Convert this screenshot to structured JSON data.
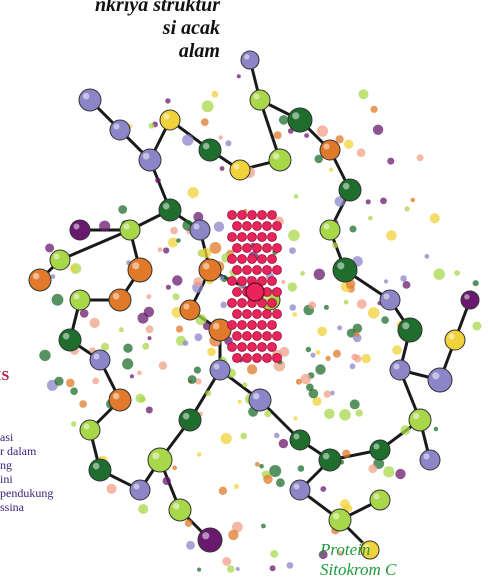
{
  "top_caption": {
    "lines": [
      "nkriya struktur",
      "si acak",
      "alam"
    ]
  },
  "side_panel": {
    "heading": "IS",
    "lines": [
      "asi",
      "r dalam",
      "ng",
      "ini",
      "pendukung",
      "ssina"
    ]
  },
  "bottom_caption": {
    "lines": [
      "Protein",
      "Sitokrom C"
    ]
  },
  "colors": {
    "background": "#ffffff",
    "bond": "#1a1a1a",
    "heme": "#e8245a",
    "dark_green": "#1f6e2e",
    "light_green": "#a8d84a",
    "lavender": "#8c86c8",
    "orange": "#e07a2a",
    "yellow": "#f2d23a",
    "purple": "#6a1a6e",
    "salmon": "#f0a08a"
  }
}
